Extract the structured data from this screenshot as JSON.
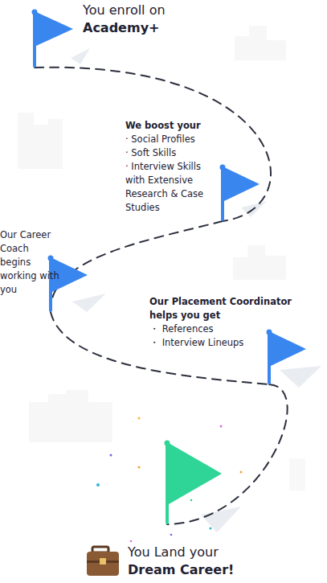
{
  "diagram": {
    "nodes": [
      {
        "text": [
          "You enroll on",
          "Academy+"
        ]
      },
      {
        "text": [
          "We boost your",
          "· Social Profiles",
          "· Soft Skills",
          "· Interview Skills with Extensive Research & Case Studies"
        ]
      },
      {
        "text": [
          "Our Career Coach begins working with you"
        ]
      },
      {
        "text": [
          "Our Placement Coordinator helps you get",
          "・ References",
          "・ Interview Lineups"
        ]
      },
      {
        "text": [
          "You Land your",
          "Dream Career!"
        ]
      }
    ],
    "edges": [
      {
        "from": 0,
        "to": 1,
        "arrow": "none"
      },
      {
        "from": 1,
        "to": 2,
        "arrow": "none"
      },
      {
        "from": 2,
        "to": 3,
        "arrow": "none"
      },
      {
        "from": 3,
        "to": 4,
        "arrow": "none"
      }
    ]
  }
}
